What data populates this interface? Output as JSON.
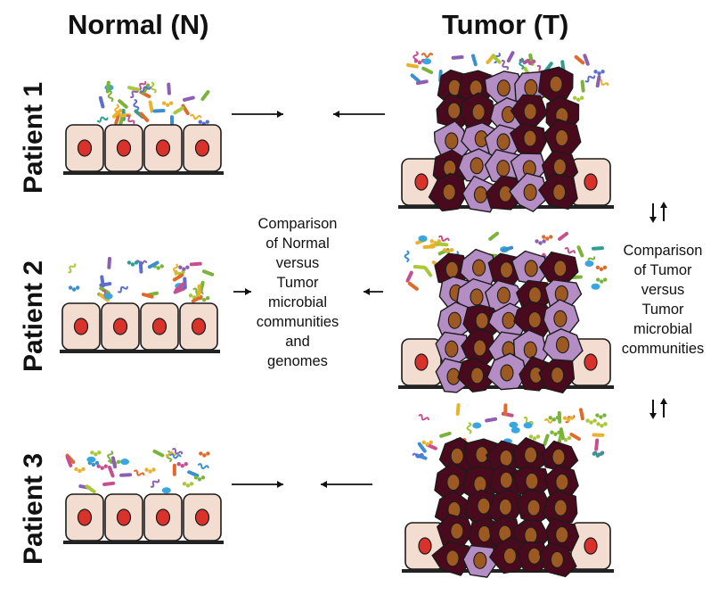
{
  "headers": {
    "normal": "Normal (N)",
    "tumor": "Tumor (T)"
  },
  "rows": [
    {
      "label": "Patient 1"
    },
    {
      "label": "Patient 2"
    },
    {
      "label": "Patient 3"
    }
  ],
  "captions": {
    "normal_vs_tumor": [
      "Comparison",
      "of Normal",
      "versus",
      "Tumor",
      "microbial",
      "communities",
      "and",
      "genomes"
    ],
    "tumor_vs_tumor": [
      "Comparison",
      "of Tumor",
      "versus",
      "Tumor",
      "microbial",
      "communities"
    ]
  },
  "colors": {
    "normal_cell": "#f3ddd1",
    "normal_nucleus": "#d9322a",
    "tumor_cell_light": "#b48dc4",
    "tumor_cell_dark": "#4a0a1e",
    "tumor_nucleus": "#9c5a22",
    "basement": "#222222"
  }
}
